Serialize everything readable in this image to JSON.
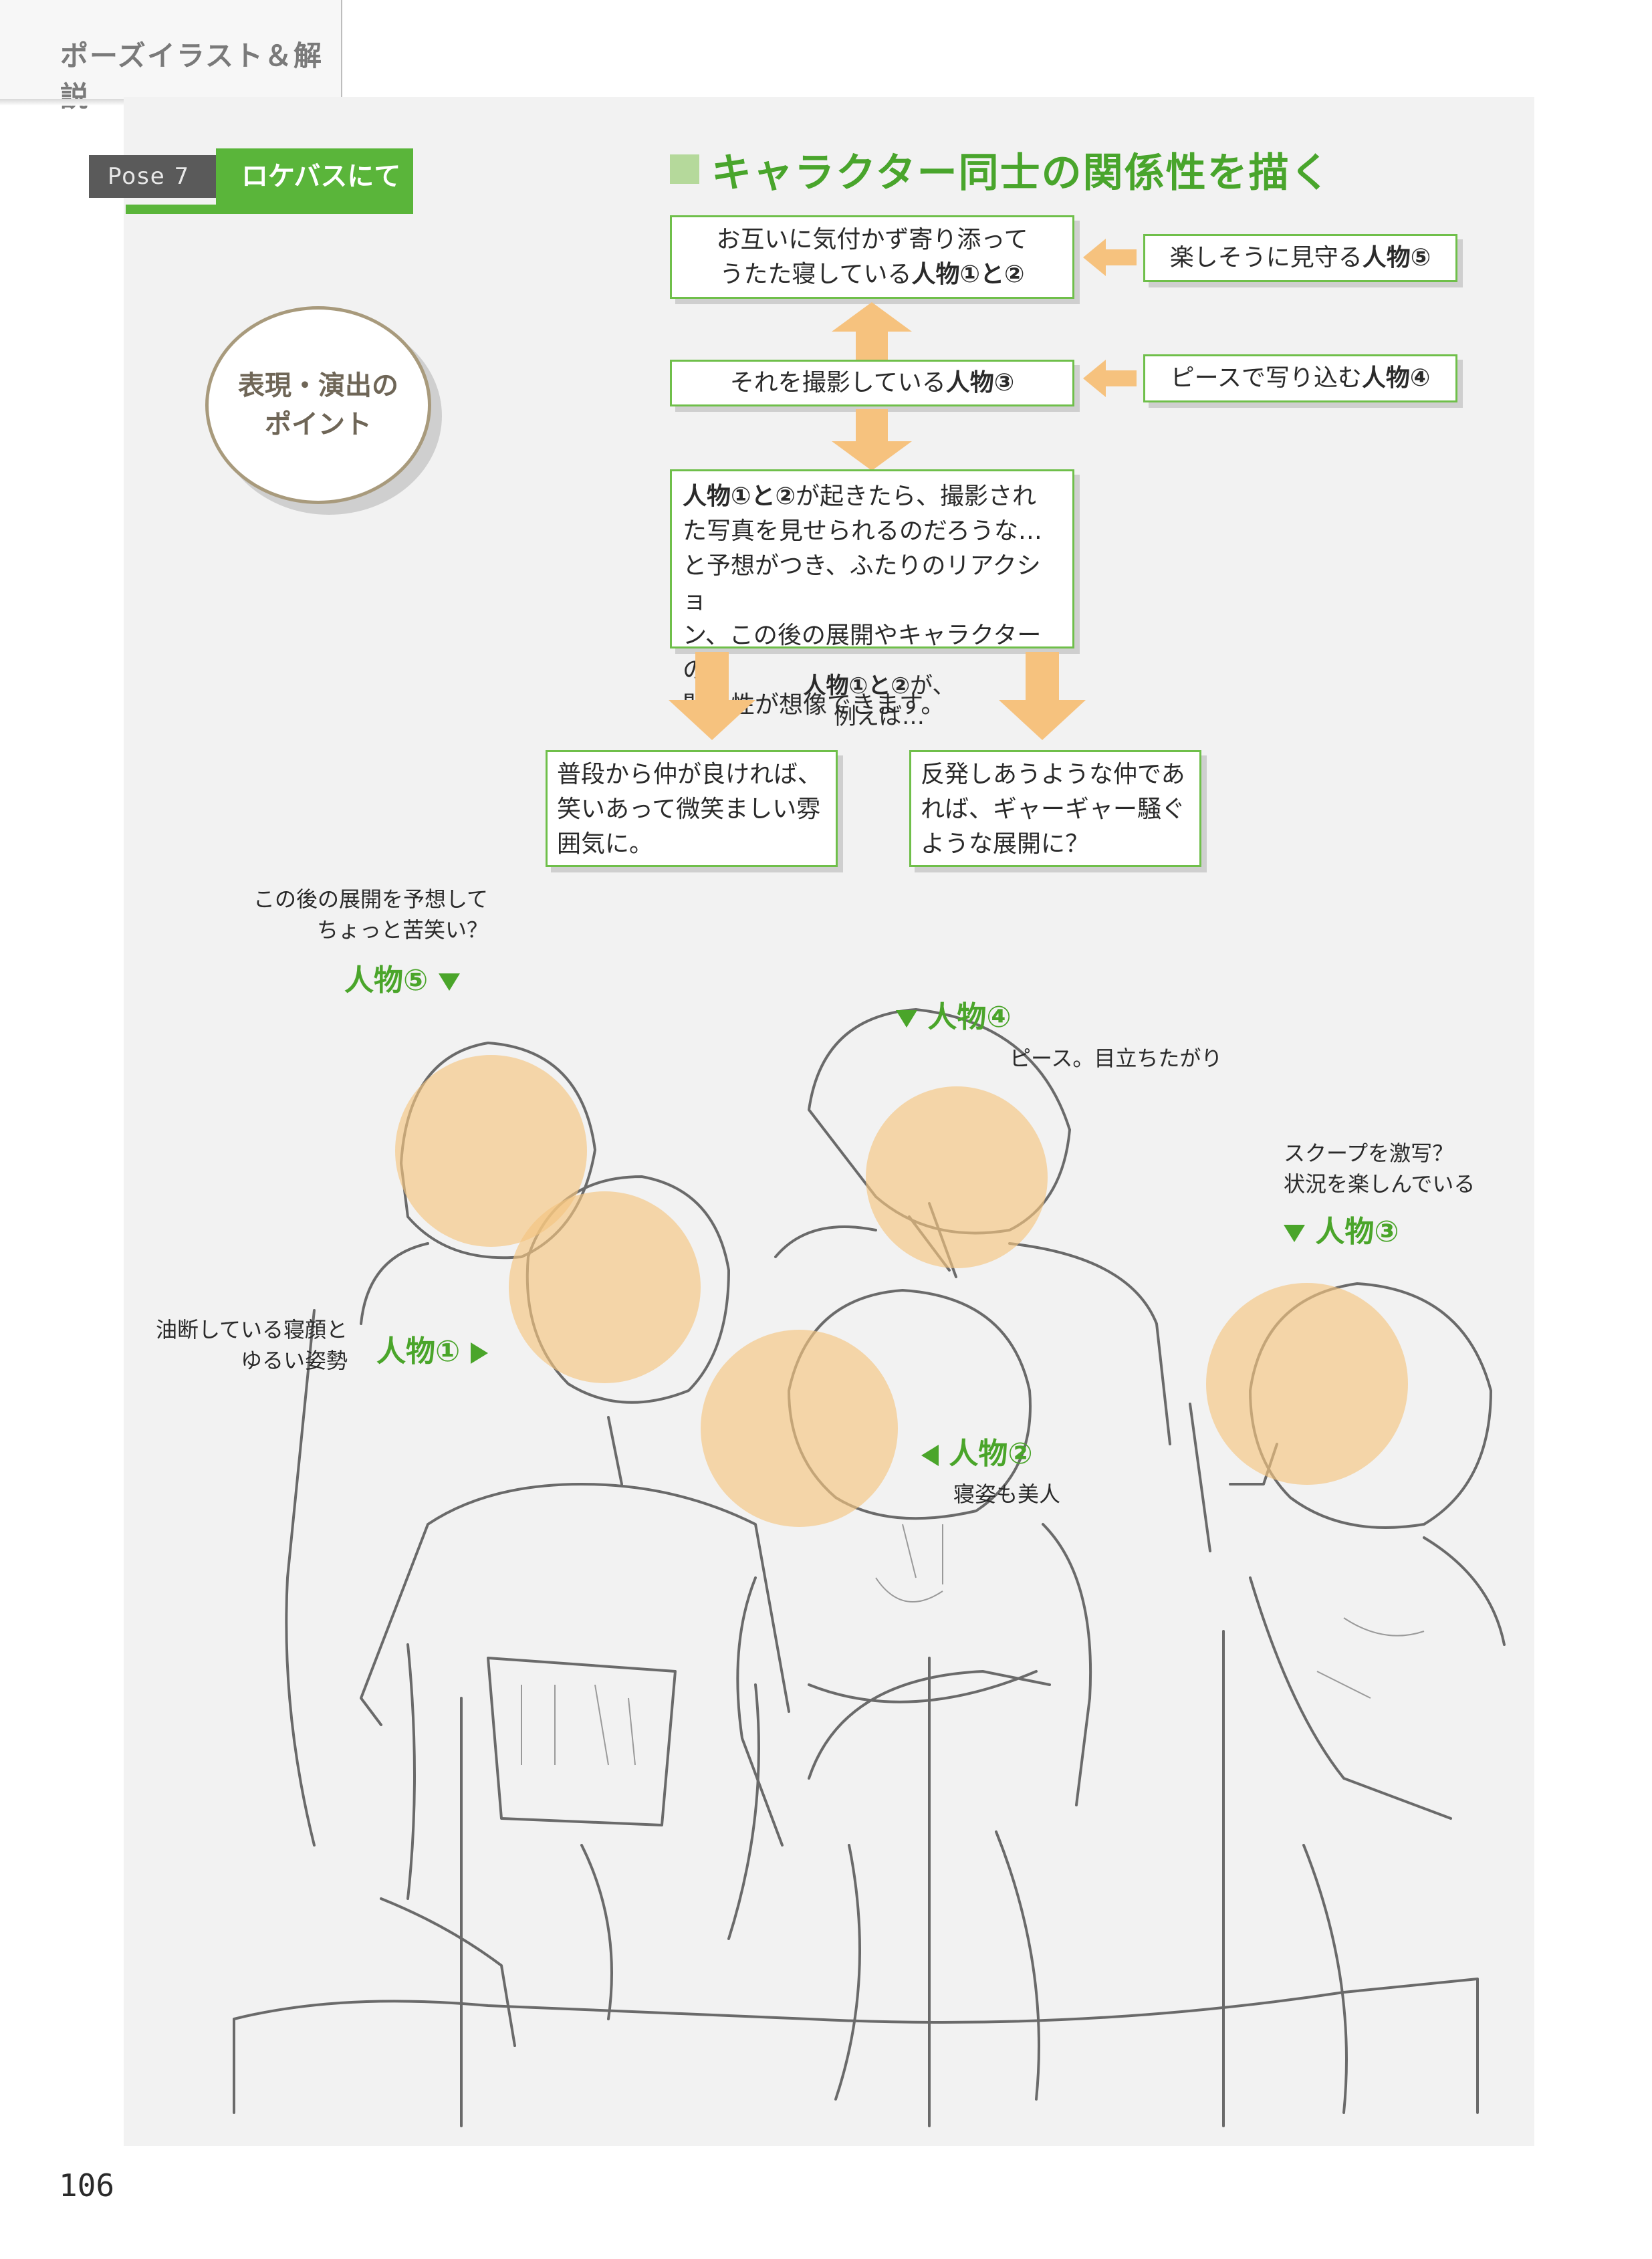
{
  "header": {
    "title": "ポーズイラスト＆解説"
  },
  "pose": {
    "number_label": "Pose 7",
    "title": "ロケバスにて"
  },
  "section": {
    "heading": "キャラクター同士の関係性を描く"
  },
  "badge": {
    "line1": "表現・演出の",
    "line2": "ポイント"
  },
  "flow": {
    "box1": {
      "line1": "お互いに気付かず寄り添って",
      "line2_prefix": "うたた寝している",
      "line2_bold": "人物①と②"
    },
    "side1": {
      "prefix": "楽しそうに見守る",
      "bold": "人物⑤"
    },
    "box2": {
      "prefix": "それを撮影している",
      "bold": "人物③"
    },
    "side2": {
      "prefix": "ピースで写り込む",
      "bold": "人物④"
    },
    "box3": {
      "bold": "人物①と②",
      "line1_rest": "が起きたら、撮影され",
      "line2": "た写真を見せられるのだろうな…",
      "line3": "と予想がつき、ふたりのリアクショ",
      "line4": "ン、この後の展開やキャラクターの",
      "line5": "関係性が想像できます。"
    },
    "branch_label": {
      "bold": "人物①と②",
      "line1_rest": "が、",
      "line2": "例えば…"
    },
    "box4": {
      "line1": "普段から仲が良ければ、",
      "line2": "笑いあって微笑ましい雰",
      "line3": "囲気に。"
    },
    "box5": {
      "line1": "反発しあうような仲であ",
      "line2": "れば、ギャーギャー騒ぐ",
      "line3": "ような展開に？"
    }
  },
  "annotations": {
    "person5_note": {
      "line1": "この後の展開を予想して",
      "line2": "ちょっと苦笑い？"
    },
    "person5_label": "人物⑤",
    "person4_label": "人物④",
    "person4_note": "ピース。目立ちたがり",
    "person3_note": {
      "line1": "スクープを激写？",
      "line2": "状況を楽しんでいる"
    },
    "person3_label": "人物③",
    "person1_note": {
      "line1": "油断している寝顔と",
      "line2": "ゆるい姿勢"
    },
    "person1_label": "人物①",
    "person2_label": "人物②",
    "person2_note": "寝姿も美人"
  },
  "page_number": "106",
  "colors": {
    "accent_green": "#5ab53a",
    "box_border": "#6fbf4a",
    "arrow_orange": "#f6c27e",
    "face_highlight": "#f4c480",
    "panel_bg": "#f2f2f2"
  }
}
